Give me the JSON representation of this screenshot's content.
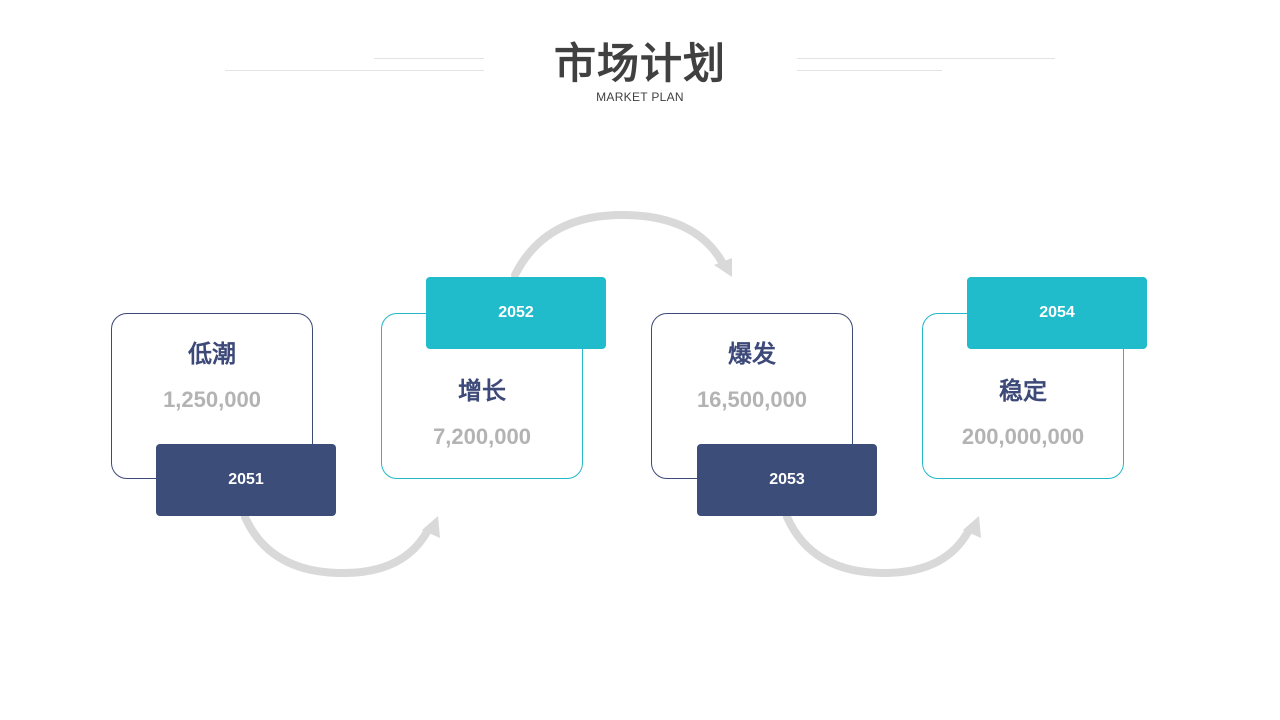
{
  "header": {
    "title": "市场计划",
    "subtitle": "MARKET PLAN"
  },
  "colors": {
    "navy": "#3d4d7a",
    "teal": "#21bccb",
    "value_gray": "#b3b3b3",
    "arrow_gray": "#d9d9d9"
  },
  "stages": [
    {
      "label": "低潮",
      "value": "1,250,000",
      "year": "2051"
    },
    {
      "label": "增长",
      "value": "7,200,000",
      "year": "2052"
    },
    {
      "label": "爆发",
      "value": "16,500,000",
      "year": "2053"
    },
    {
      "label": "稳定",
      "value": "200,000,000",
      "year": "2054"
    }
  ]
}
